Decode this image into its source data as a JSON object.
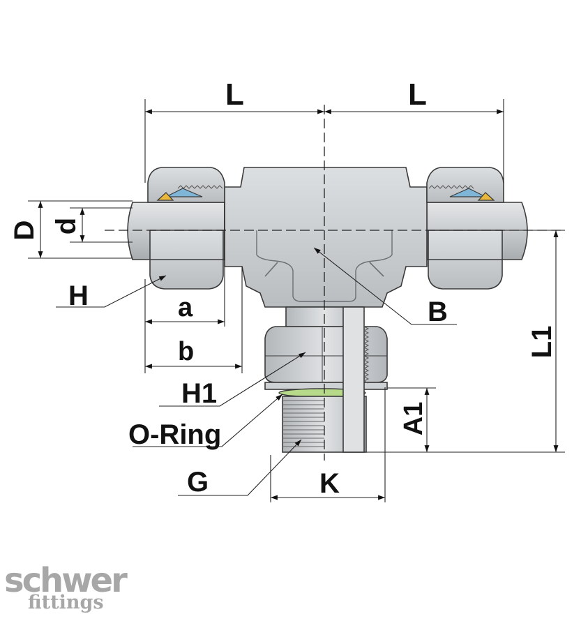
{
  "labels": {
    "L_left": "L",
    "L_right": "L",
    "D": "D",
    "d": "d",
    "H": "H",
    "a": "a",
    "b": "b",
    "B": "B",
    "L1": "L1",
    "H1": "H1",
    "A1": "A1",
    "O_Ring": "O-Ring",
    "G": "G",
    "K": "K"
  },
  "logo": {
    "line1": "schwer",
    "line2": "fittings"
  },
  "colors": {
    "metal": "#cfd2d4",
    "metal_shade": "#a9adb0",
    "outline": "#3a3a3a",
    "seal_blue": "#7fb6d8",
    "ring_yellow": "#e9b73a",
    "o_ring_green": "#b7d98a",
    "logo_gray": "#a7a7a7"
  }
}
